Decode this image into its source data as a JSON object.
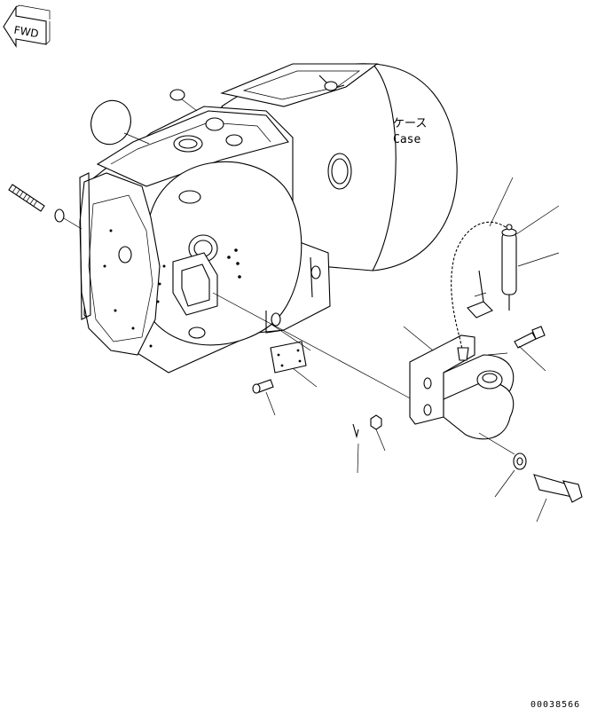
{
  "direction_label": "FWD",
  "case_label_jp": "ケース",
  "case_label_en": "Case",
  "drawing_number": "00038566"
}
